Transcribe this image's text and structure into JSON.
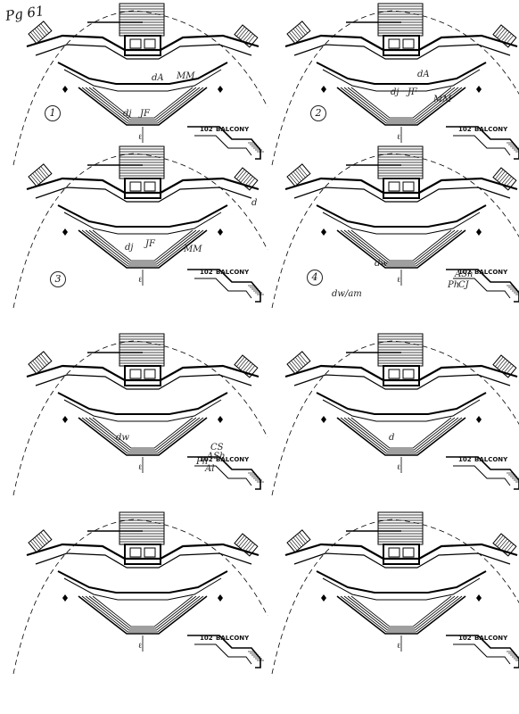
{
  "page": {
    "number_label": "Pg 61"
  },
  "panels": [
    {
      "index": 1,
      "circle_label": "1",
      "notes": [
        "dj",
        "JF",
        "MM",
        "dA"
      ],
      "balcony": "BALCONY",
      "section": "102"
    },
    {
      "index": 2,
      "circle_label": "2",
      "notes": [
        "dj",
        "JF",
        "dA",
        "MM"
      ],
      "balcony": "BALCONY",
      "section": "102"
    },
    {
      "index": 3,
      "circle_label": "3",
      "notes": [
        "dj",
        "JF",
        "MM",
        "d"
      ],
      "balcony": "BALCONY",
      "section": "102"
    },
    {
      "index": 4,
      "circle_label": "4",
      "notes": [
        "dw",
        "dw/am",
        "ASh",
        "Ph",
        "CJ"
      ],
      "balcony": "BALCONY",
      "section": "102"
    },
    {
      "index": 5,
      "circle_label": "",
      "notes": [
        "dw",
        "Ph",
        "ASh",
        "CS",
        "Al"
      ],
      "balcony": "BALCONY",
      "section": "102"
    },
    {
      "index": 6,
      "circle_label": "",
      "notes": [
        "d"
      ],
      "balcony": "BALCONY",
      "section": "102"
    },
    {
      "index": 7,
      "circle_label": "",
      "notes": [],
      "balcony": "BALCONY",
      "section": "102"
    },
    {
      "index": 8,
      "circle_label": "",
      "notes": [],
      "balcony": "BALCONY",
      "section": "102"
    }
  ]
}
